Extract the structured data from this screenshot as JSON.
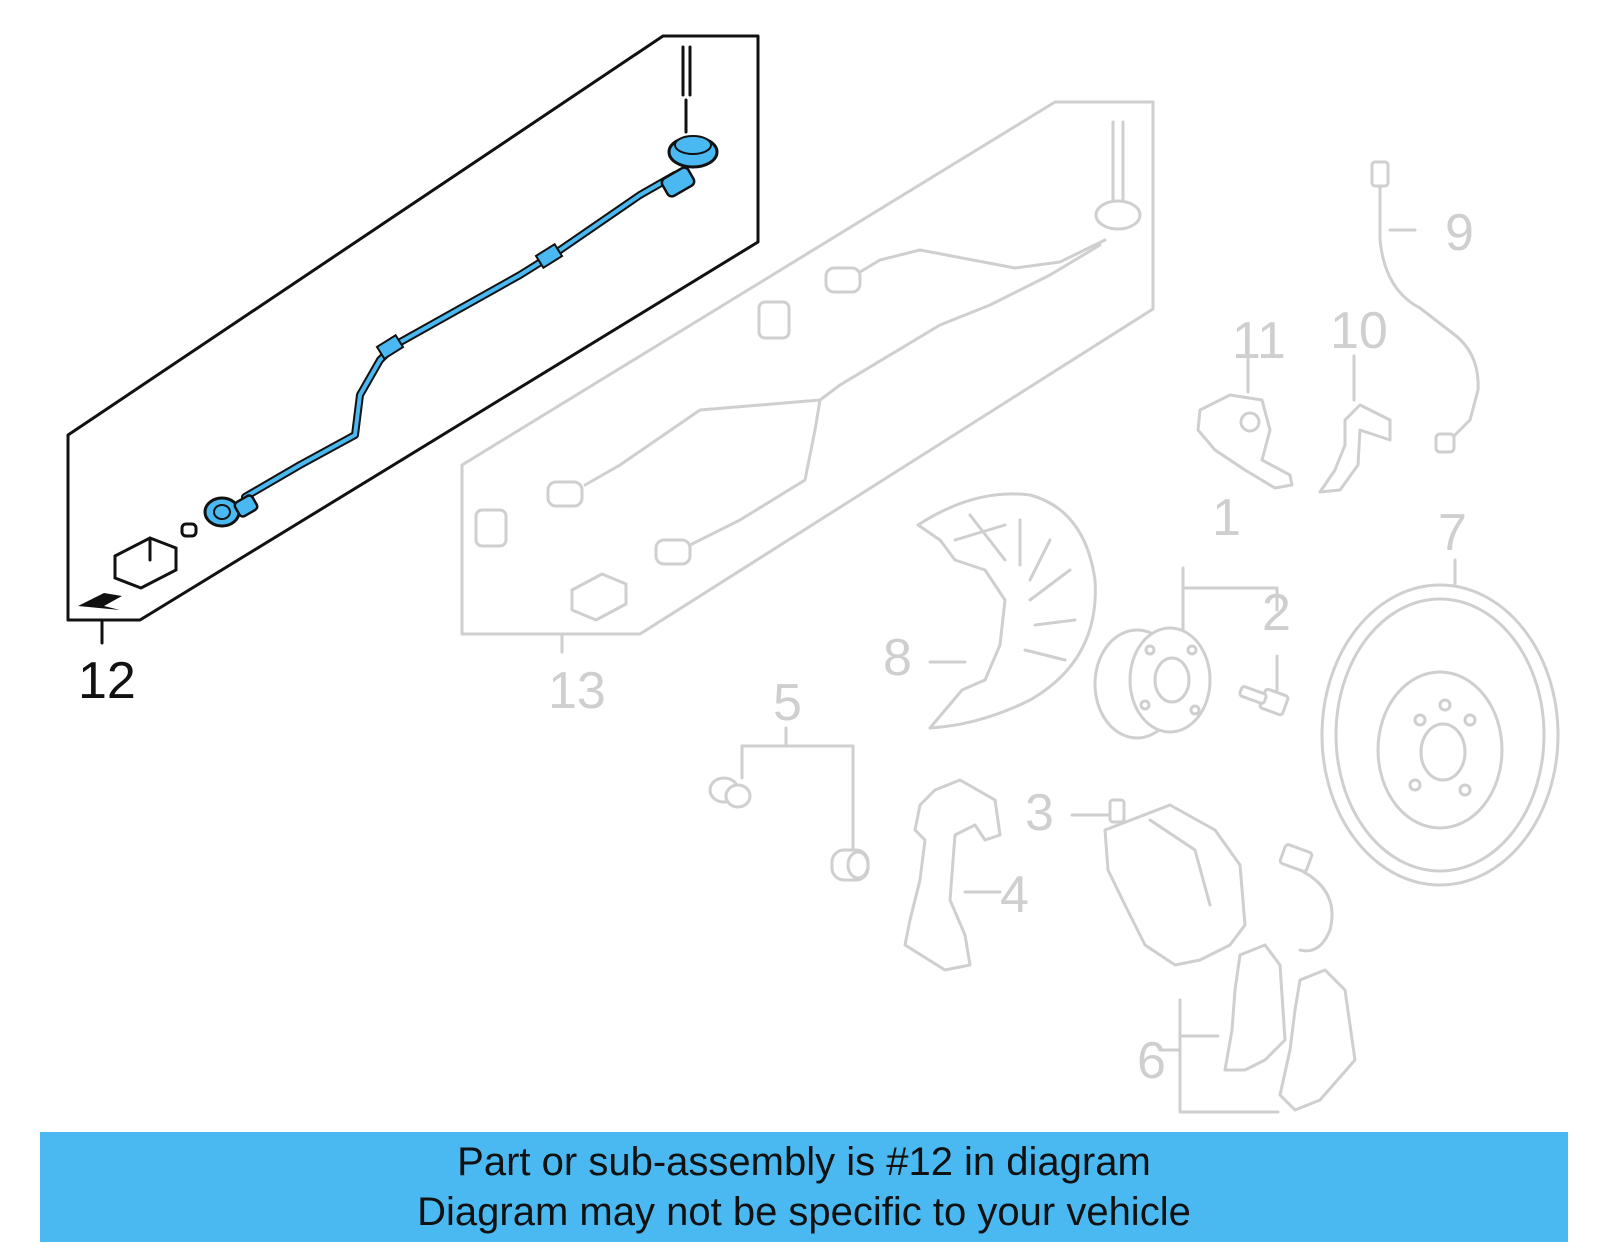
{
  "callouts": {
    "c1": "1",
    "c2": "2",
    "c3": "3",
    "c4": "4",
    "c5": "5",
    "c6": "6",
    "c7": "7",
    "c8": "8",
    "c9": "9",
    "c10": "10",
    "c11": "11",
    "c12": "12",
    "c13": "13"
  },
  "caption": {
    "line1": "Part or sub-assembly is #12 in diagram",
    "line2": "Diagram may not be specific to your vehicle"
  },
  "colors": {
    "highlight": "#4bb9f1",
    "faded_parts": "#cfcfcf",
    "selected_outline": "#111111"
  }
}
